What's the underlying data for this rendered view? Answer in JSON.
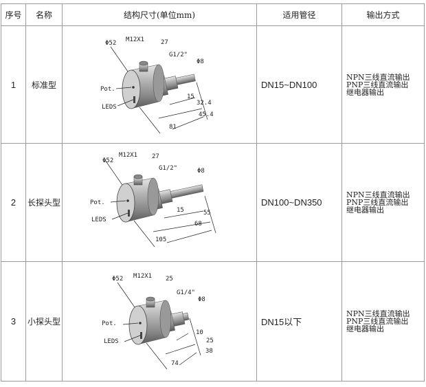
{
  "headers": [
    "序号",
    "名称",
    "结构尺寸(单位mm)",
    "适用管径",
    "输出方式"
  ],
  "rows": [
    {
      "no": "1",
      "name": "标准型",
      "pipe": "DN15~DN100",
      "output": [
        "NPN三线直流输出",
        "PNP三线直流输出",
        "继电器输出"
      ],
      "labels": {
        "dia": "Φ52",
        "conn": "M12X1",
        "wrench": "27",
        "thread": "G1/2\"",
        "probe": "Φ8",
        "pot": "Pot.",
        "leds": "LEDS",
        "d1": "15",
        "d2": "32.4",
        "d3": "45.4",
        "d4": "81"
      }
    },
    {
      "no": "2",
      "name": "长探头型",
      "pipe": "DN100~DN350",
      "output": [
        "NPN三线直流输出",
        "PNP三线直流输出",
        "继电器输出"
      ],
      "labels": {
        "dia": "Φ52",
        "conn": "M12X1",
        "wrench": "27",
        "thread": "G1/2\"",
        "probe": "Φ8",
        "pot": "Pot.",
        "leds": "LEDS",
        "d1": "15",
        "d2": "55",
        "d3": "68",
        "d4": "105"
      }
    },
    {
      "no": "3",
      "name": "小探头型",
      "pipe": "DN15以下",
      "output": [
        "NPN三线直流输出",
        "PNP三线直流输出",
        "继电器输出"
      ],
      "labels": {
        "dia": "Φ52",
        "conn": "M12X1",
        "wrench": "25",
        "thread": "G1/4\"",
        "probe": "Φ8",
        "pot": "Pot.",
        "leds": "LEDS",
        "d1": "10",
        "d2": "25",
        "d3": "38",
        "d4": "74"
      }
    }
  ]
}
